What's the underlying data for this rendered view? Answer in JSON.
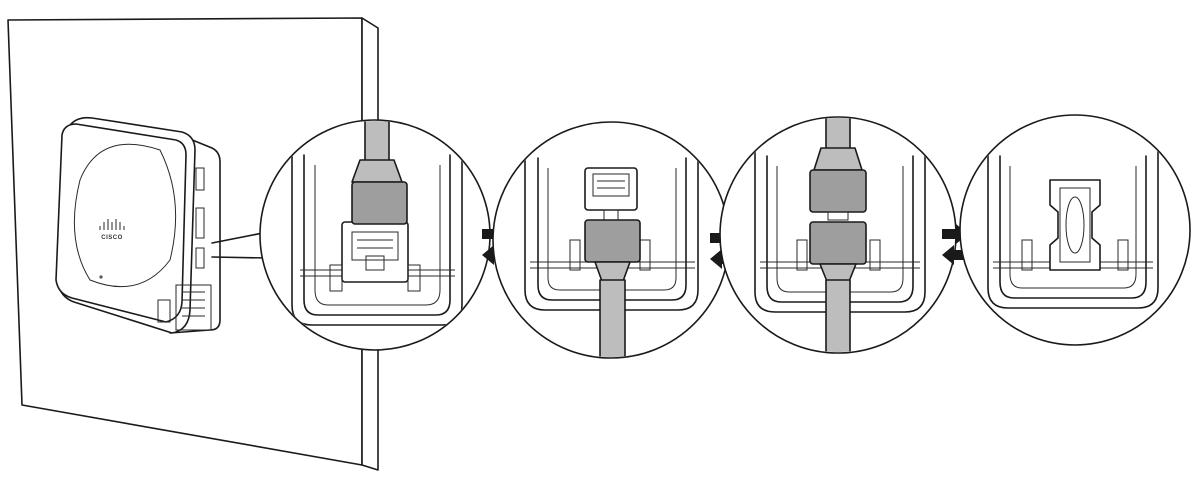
{
  "diagram": {
    "device": {
      "logo_text": "CISCO",
      "logo_icon": "cisco-bridge-logo-icon"
    },
    "steps": [
      {
        "name": "step-1-cable-plugged-in"
      },
      {
        "name": "step-2-cable-unplugged"
      },
      {
        "name": "step-3-coupler-connected"
      },
      {
        "name": "step-4-coupler-only"
      }
    ],
    "connector_icon": "swap-arrows-icon",
    "colors": {
      "line": "#1a1a1a",
      "cable": "#bdbdbd",
      "plug": "#9e9e9e",
      "background": "#ffffff"
    }
  }
}
